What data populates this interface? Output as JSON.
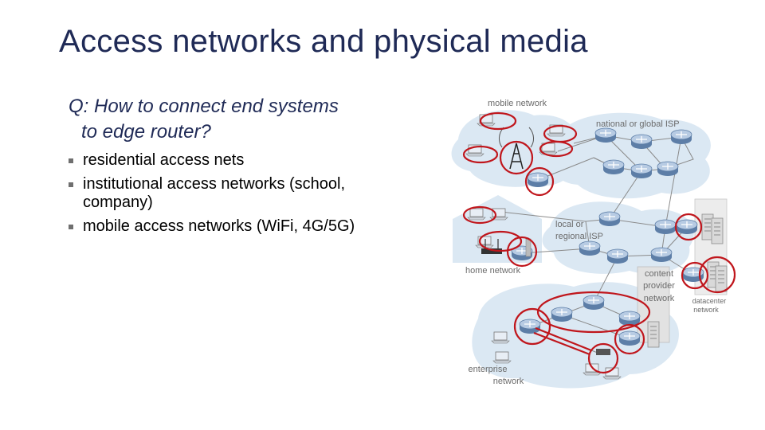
{
  "slide": {
    "title": "Access networks and physical media",
    "question_line1": "Q: How to connect end systems",
    "question_line2": "to edge router?",
    "bullets": [
      "residential access nets",
      "institutional access networks (school, company)",
      "mobile access networks (WiFi, 4G/5G)"
    ]
  },
  "diagram": {
    "labels": {
      "mobile_network": "mobile network",
      "national_isp": "national or global ISP",
      "local_isp_1": "local or",
      "local_isp_2": "regional ISP",
      "home_network": "home network",
      "content_1": "content",
      "content_2": "provider",
      "content_3": "network",
      "datacenter_1": "datacenter",
      "datacenter_2": "network",
      "enterprise_1": "enterprise",
      "enterprise_2": "network"
    },
    "colors": {
      "cloud": "#dbe8f3",
      "highlight": "#c0161c",
      "router": "#7b98bc",
      "link": "#8a8a8a",
      "label": "#6b6b6b"
    }
  }
}
